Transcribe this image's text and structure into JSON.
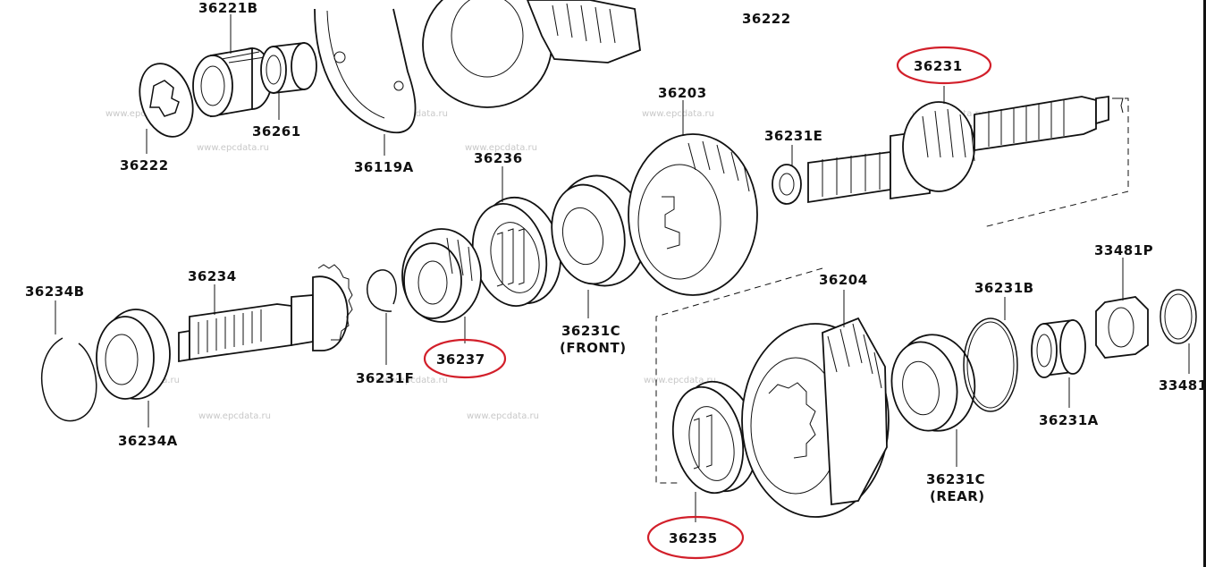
{
  "diagram": {
    "labels": {
      "p36221B": "36221B",
      "p36222_top": "36222",
      "p36231": "36231",
      "p36203": "36203",
      "p36231E": "36231E",
      "p36261": "36261",
      "p36222_left": "36222",
      "p36119A": "36119A",
      "p36236": "36236",
      "p36234B": "36234B",
      "p36234": "36234",
      "p33481P": "33481P",
      "p36204": "36204",
      "p36231B": "36231B",
      "p36237": "36237",
      "p36231C_front": "36231C",
      "front": "(FRONT)",
      "p36231F": "36231F",
      "p36234A": "36234A",
      "p36231A": "36231A",
      "p33481_right": "33481",
      "p36231C_rear": "36231C",
      "rear": "(REAR)",
      "p36235": "36235"
    },
    "highlighted": [
      "36231",
      "36237",
      "36235"
    ],
    "highlight_color": "#d21f2a",
    "watermark": "www.epcdata.ru"
  }
}
